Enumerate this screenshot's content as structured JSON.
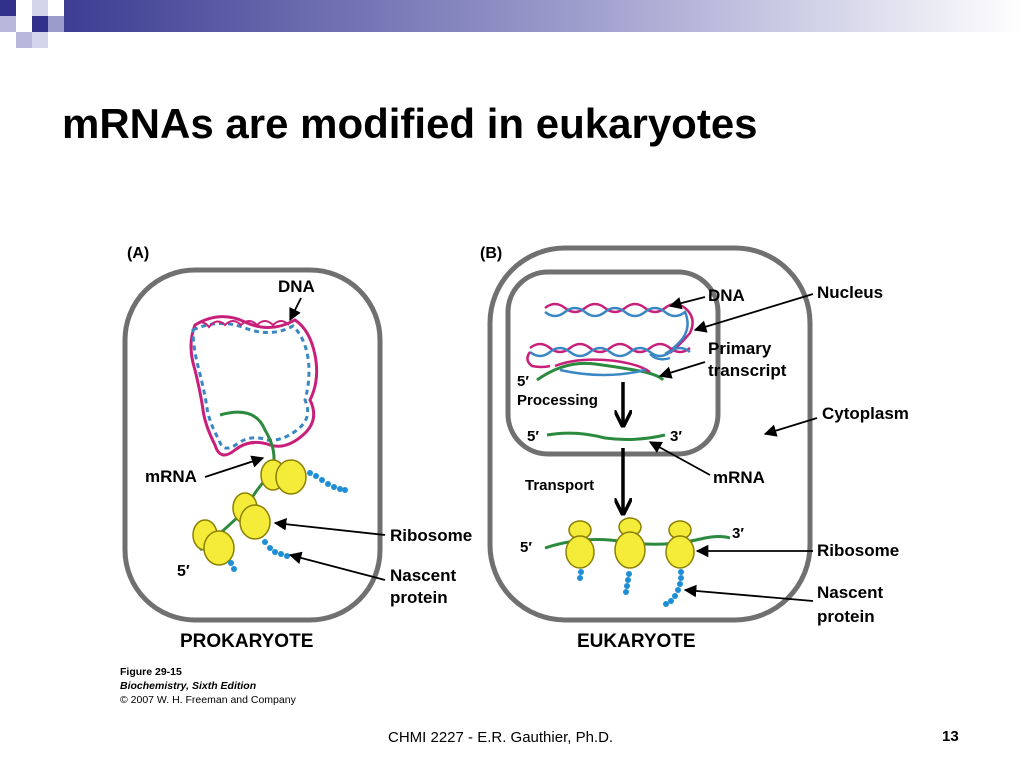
{
  "slide": {
    "title": "mRNAs are modified in eukaryotes",
    "footer": "CHMI 2227 - E.R. Gauthier, Ph.D.",
    "page_number": "13"
  },
  "colors": {
    "accent_blue": "#31318c",
    "cell_border": "#707070",
    "dna_strand_1": "#c8207a",
    "dna_strand_2": "#3a87c4",
    "mrna": "#2b8a3e",
    "ribosome": "#f5ec3a",
    "protein": "#1e8fd5"
  },
  "figure": {
    "panel_a": {
      "label": "(A)",
      "caption": "PROKARYOTE",
      "dna": "DNA",
      "mrna": "mRNA",
      "five_prime": "5′",
      "ribosome": "Ribosome",
      "nascent_line1": "Nascent",
      "nascent_line2": "protein"
    },
    "panel_b": {
      "label": "(B)",
      "caption": "EUKARYOTE",
      "dna": "DNA",
      "nucleus": "Nucleus",
      "primary_line1": "Primary",
      "primary_line2": "transcript",
      "five_prime_top": "5′",
      "processing": "Processing",
      "five_prime_mid": "5′",
      "three_prime_mid": "3′",
      "cytoplasm": "Cytoplasm",
      "mrna": "mRNA",
      "transport": "Transport",
      "five_prime_bottom": "5′",
      "three_prime_bottom": "3′",
      "ribosome": "Ribosome",
      "nascent_line1": "Nascent",
      "nascent_line2": "protein"
    },
    "credit": {
      "line1": "Figure 29-15",
      "line2": "Biochemistry, Sixth Edition",
      "line3": "© 2007 W. H. Freeman and Company"
    }
  }
}
